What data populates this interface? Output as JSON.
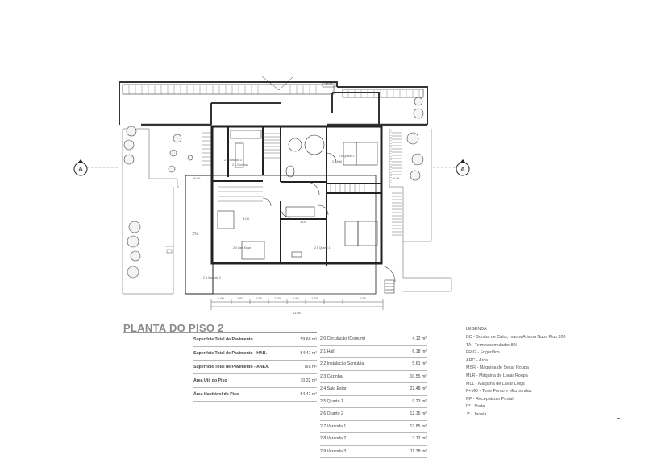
{
  "plan": {
    "section_marker": "A",
    "spaces": [
      {
        "label": "2.1 Hall",
        "area": "6.18 m²"
      },
      {
        "label": "2.3 Cozinha",
        "area": "10.55 m²"
      },
      {
        "label": "2.4 Sala Estar",
        "area": "22.48 m²"
      },
      {
        "label": "2.5 Quarto 1",
        "area": "9.23 m²"
      },
      {
        "label": "2.6 Quarto 2",
        "area": "12.15 m²"
      },
      {
        "label": "2.8 Varanda 2",
        "area": "3.12 m²"
      },
      {
        "label": "2.9 Varanda 3",
        "area": "11.38 m²"
      }
    ],
    "dims": {
      "d1": "1.90",
      "d2": "1.60",
      "d3": "1.60",
      "d4": "1.60",
      "d5": "1.60",
      "d6": "1.60",
      "d7": "1.80",
      "total": "11.00",
      "left_seg": "8.00",
      "right_seg": "3.05",
      "hood": "60.00",
      "n1": "61.00",
      "n2": "61.00",
      "slope": "2%"
    }
  },
  "heading": "PLANTA DO PISO 2",
  "summary": [
    {
      "label": "Superfície Total de Pavimento",
      "value": "59.68 m²"
    },
    {
      "label": "Superfície Total de Pavimento - HAB.",
      "value": "54.41 m²"
    },
    {
      "label": "Superfície Total de Pavimento - ANEX.",
      "value": "n/a m²"
    },
    {
      "label": "Área Útil do Piso",
      "value": "70.32 m²"
    },
    {
      "label": "Área Habitável do Piso",
      "value": "54.41 m²"
    }
  ],
  "areas": [
    {
      "label": "2.0 Circulação (Comum)",
      "value": "4.12 m²"
    },
    {
      "label": "2.1 Hall",
      "value": "6.18 m²"
    },
    {
      "label": "2.2 Instalação Sanitária",
      "value": "5.61 m²"
    },
    {
      "label": "2.3 Cozinha",
      "value": "10.55 m²"
    },
    {
      "label": "2.4 Sala Estar",
      "value": "22.48 m²"
    },
    {
      "label": "2.5 Quarto 1",
      "value": "9.23 m²"
    },
    {
      "label": "2.6 Quarto 2",
      "value": "12.15 m²"
    },
    {
      "label": "2.7 Varanda 1",
      "value": "12.85 m²"
    },
    {
      "label": "2.8 Varanda 2",
      "value": "3.12 m²"
    },
    {
      "label": "2.9 Varanda 3",
      "value": "11.38 m²"
    }
  ],
  "legend": {
    "title": "LEGENDA",
    "items": [
      "BC - Bomba de Calor, marca Ariston Nuos Plus 200",
      "TA - Termoacumulador 80l",
      "FRIG - Frigorífico",
      "ARC - Arca",
      "MSR - Máquina de Secar Roupa",
      "MLR - Máquina de Lavar Roupa",
      "MLL - Máquina de Lavar Loiça",
      "F+MO - Torre Forno e Microondas",
      "RP - Receptáculo Postal",
      "P* - Porta",
      "J* - Janela"
    ]
  }
}
